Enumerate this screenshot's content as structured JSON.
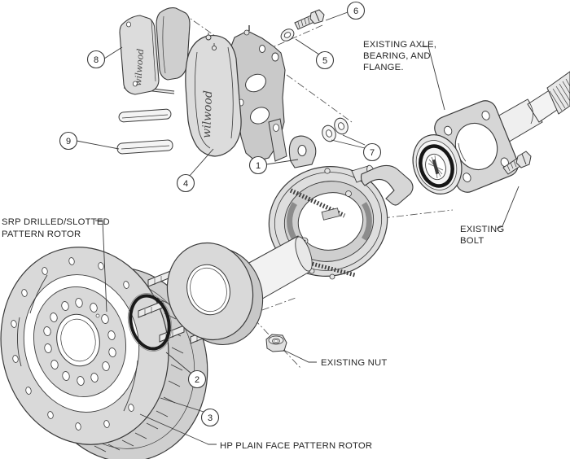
{
  "figure": {
    "background": "#ffffff",
    "line_color": "#3a3a3a",
    "fill_light": "#d9d9d9",
    "fill_mid": "#c9c9c9",
    "accent_black": "#161616",
    "brand_script": "wilwood"
  },
  "callouts": [
    {
      "num": "1"
    },
    {
      "num": "2"
    },
    {
      "num": "3"
    },
    {
      "num": "4"
    },
    {
      "num": "5"
    },
    {
      "num": "6"
    },
    {
      "num": "7"
    },
    {
      "num": "8"
    },
    {
      "num": "9"
    }
  ],
  "labels": {
    "existing_axle_line1": "EXISTING AXLE,",
    "existing_axle_line2": "BEARING, AND",
    "existing_axle_line3": "FLANGE.",
    "existing_bolt_line1": "EXISTING",
    "existing_bolt_line2": "BOLT",
    "existing_nut": "EXISTING NUT",
    "srp_rotor_line1": "SRP DRILLED/SLOTTED",
    "srp_rotor_line2": "PATTERN ROTOR",
    "hp_rotor": "HP PLAIN FACE PATTERN ROTOR"
  }
}
